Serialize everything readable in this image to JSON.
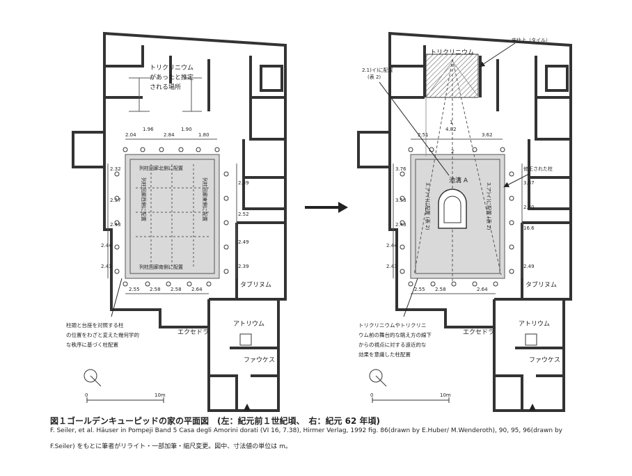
{
  "left_plan": {
    "label_triclinium_location": [
      "トリクリニウム",
      "があったと推定",
      "される場所"
    ],
    "colonnade_top": "列柱回廊北側に配置",
    "colonnade_bottom": "列柱回廊南側に配置",
    "colonnade_west": "列柱回廊西側に配置",
    "colonnade_east": "列柱回廊東側に配置",
    "dims_top": [
      "2.04",
      "1.96",
      "2.84",
      "1.90",
      "1.80"
    ],
    "dims_bottom": [
      "2.55",
      "2.58",
      "2.58",
      "2.64"
    ],
    "dims_left": [
      "2.32",
      "2.37",
      "2.43",
      "2.44",
      "2.43"
    ],
    "dims_right": [
      "2.39",
      "2.52",
      "2.49",
      "2.39"
    ],
    "tablinum": "タブリヌム",
    "exedra": "エクセドラ",
    "atrium": "アトリウム",
    "fauces": "ファウケス",
    "note": [
      "柱頭と台座を対照する柱",
      "の位置をわざと変えた幾何学的",
      "な秩序に基づく柱配置"
    ],
    "scale_zero": "0",
    "scale_ten": "10m"
  },
  "right_plan": {
    "triclinium": "トリクリニウム",
    "floor_note": "床仕上（タイル）",
    "axis_note": [
      "2.1)イ)に配置",
      "(表 2)"
    ],
    "dims_top": [
      "2.51",
      "4.82",
      "3.62"
    ],
    "dim_top_marker": "1",
    "dim_bottom_marker": "2",
    "dims_bottom": [
      "2.55",
      "2.58",
      "2.64"
    ],
    "dims_left": [
      "3.76",
      "3.53",
      "2.43",
      "2.44",
      "2.43"
    ],
    "dims_right": [
      "3.87",
      "2.80",
      "16.6",
      "2.49"
    ],
    "pond": "池溝 A",
    "restored": "修正された柱",
    "west_note": "3.ア)イ)に配置 (表 2)",
    "east_note": "3.ア)イ)に配置 (表 2)",
    "tablinum": "タブリヌム",
    "exedra": "エクセドラ",
    "atrium": "アトリウム",
    "fauces": "ファウケス",
    "note": [
      "トリクリニウムやトリクリニ",
      "ウム前の舞台的な眺え方の線下",
      "からの視点に対する遠近的な",
      "効果を意識した柱配置"
    ],
    "scale_zero": "0",
    "scale_ten": "10m"
  },
  "caption": {
    "title": "図１ゴールデンキューピッドの家の平面図　(左：紀元前１世紀頃、　右：紀元 62 年頃)",
    "line2": "F. Seiler, et al. Häuser in Pompeji Band 5 Casa degli Amorini dorati (VI 16, 7.38), Hirmer Verlag, 1992 fig. 86(drawn by E.Huber/ M.Wenderoth), 90, 95, 96(drawn by",
    "line3": "F.Seiler) をもとに筆者がリライト・一部加筆・縮尺変更。図中、寸法値の単位は m。"
  }
}
